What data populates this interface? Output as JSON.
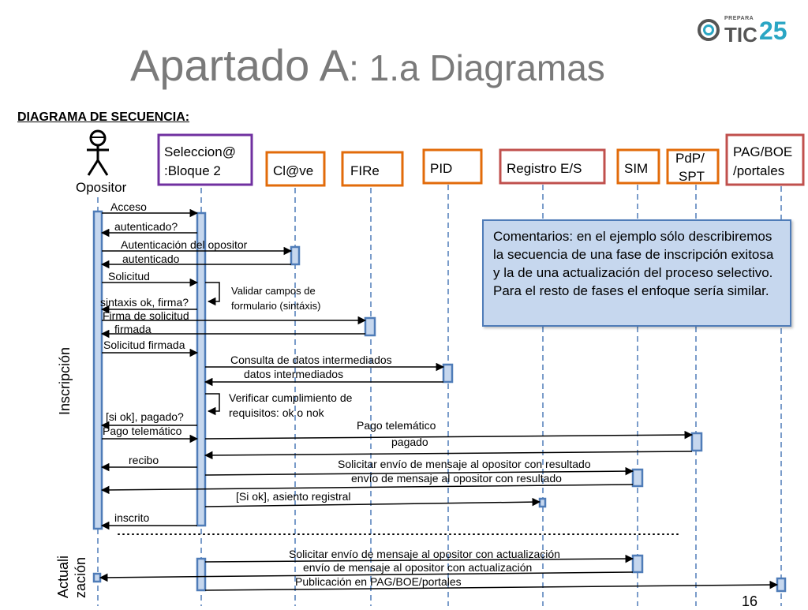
{
  "slide": {
    "title_main": "Apartado A",
    "title_rest": ": 1.a Diagramas",
    "subtitle": "DIAGRAMA DE SECUENCIA:",
    "page_number": "16",
    "logo_top": "PREPARA",
    "logo_tic": "TIC",
    "logo_num": "25"
  },
  "actor": {
    "label": "Opositor"
  },
  "lifelines": [
    {
      "id": "sel",
      "label_lines": [
        "Seleccion@",
        ":Bloque 2"
      ],
      "border": "#7030a0"
    },
    {
      "id": "clave",
      "label_lines": [
        "Cl@ve"
      ],
      "border": "#e26b0a"
    },
    {
      "id": "fire",
      "label_lines": [
        "FIRe"
      ],
      "border": "#e26b0a"
    },
    {
      "id": "pid",
      "label_lines": [
        "PID"
      ],
      "border": "#e26b0a"
    },
    {
      "id": "reg",
      "label_lines": [
        "Registro E/S"
      ],
      "border": "#c0504d"
    },
    {
      "id": "sim",
      "label_lines": [
        "SIM"
      ],
      "border": "#e26b0a"
    },
    {
      "id": "pdp",
      "label_lines": [
        "PdP/",
        "SPT"
      ],
      "border": "#e26b0a"
    },
    {
      "id": "boe",
      "label_lines": [
        "PAG/BOE",
        "/portales"
      ],
      "border": "#c0504d"
    }
  ],
  "phases": [
    "Inscripción",
    "Actuali",
    "zación"
  ],
  "messages": [
    "Acceso",
    "autenticado?",
    "Autenticación del opositor",
    "autenticado",
    "Solicitud",
    "sintaxis ok, firma?",
    "Firma de solicitud",
    "firmada",
    "Solicitud firmada",
    "Consulta de datos intermediados",
    "datos intermediados",
    "[si ok], pagado?",
    "Pago telemático",
    "Pago telemático",
    "pagado",
    "recibo",
    "Solicitar envío de  mensaje al opositor con resultado",
    "envío de  mensaje al opositor con resultado",
    "[Si ok], asiento registral",
    "inscrito",
    "Solicitar envío de  mensaje al opositor con actualización",
    "envío de  mensaje al opositor con actualización",
    "Publicación en PAG/BOE/portales"
  ],
  "notes": [
    [
      "Validar  campos de",
      "formulario (sintáxis)"
    ],
    [
      "Verificar cumplimiento de",
      "requisitos: ok o nok"
    ]
  ],
  "comment": "Comentarios: en el ejemplo sólo describiremos la secuencia de una fase de inscripción exitosa y la de una actualización del proceso selectivo. Para el resto de fases el enfoque sería similar.",
  "colors": {
    "lifeline": "#4f7cb8",
    "activation_fill": "#c6d7ee",
    "title": "#7a7a7a"
  }
}
